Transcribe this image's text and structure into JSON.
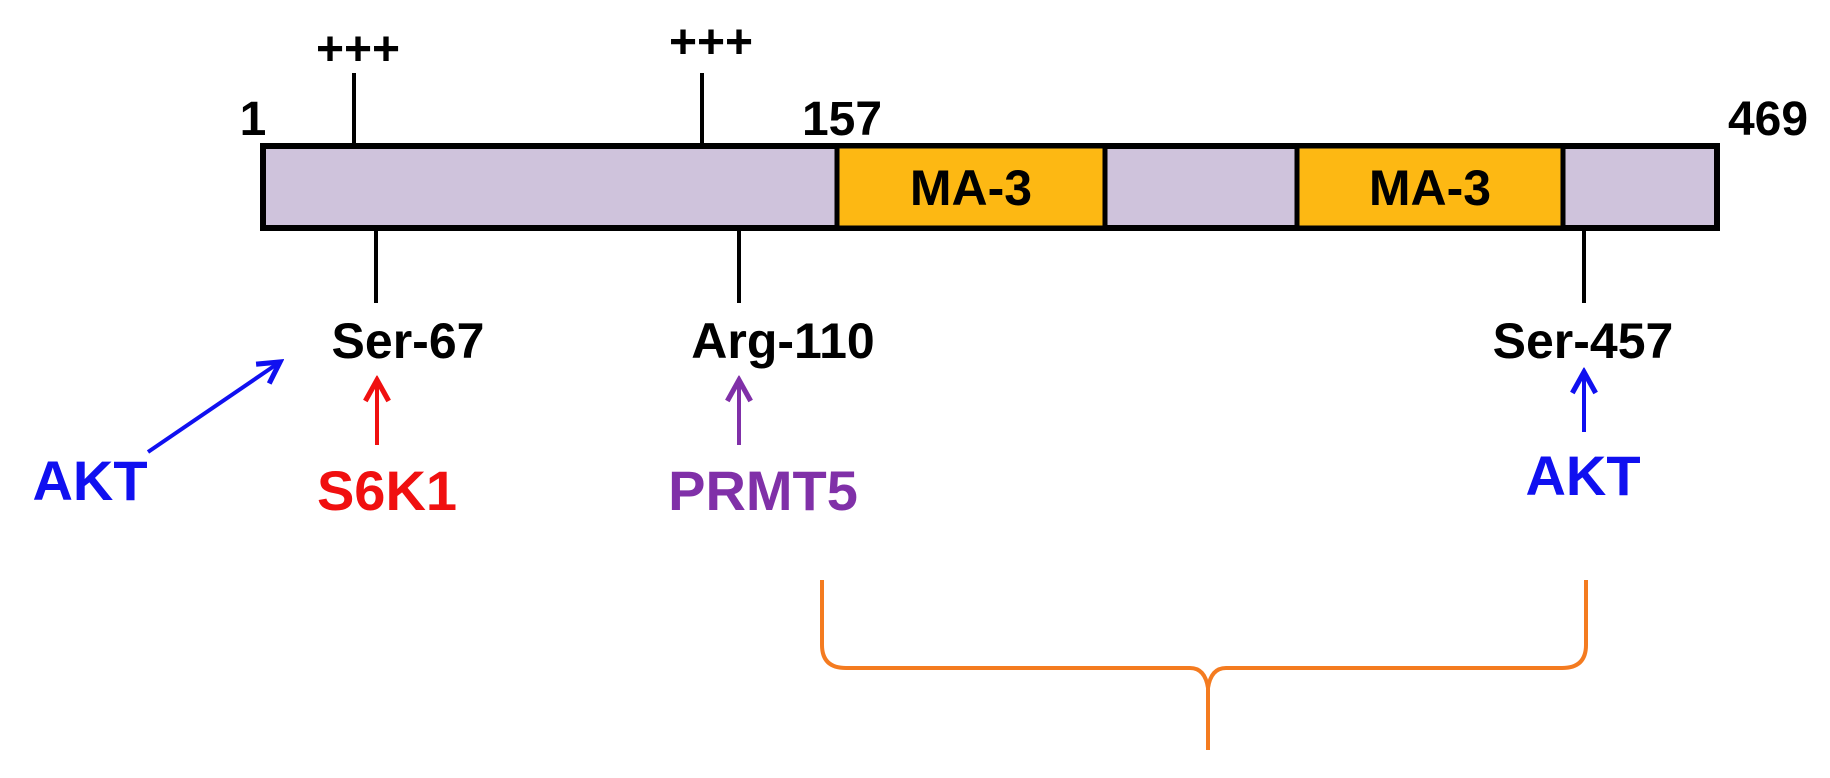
{
  "protein": {
    "start_label": "1",
    "boundary_label": "157",
    "end_label": "469",
    "domains": [
      {
        "label": "MA-3"
      },
      {
        "label": "MA-3"
      }
    ],
    "charges": [
      {
        "label": "+++"
      },
      {
        "label": "+++"
      }
    ]
  },
  "sites": [
    {
      "label": "Ser-67"
    },
    {
      "label": "Arg-110"
    },
    {
      "label": "Ser-457"
    }
  ],
  "kinases": [
    {
      "label": "AKT",
      "color": "#1010f0"
    },
    {
      "label": "S6K1",
      "color": "#f01010"
    },
    {
      "label": "PRMT5",
      "color": "#8030a8"
    },
    {
      "label": "AKT",
      "color": "#1010f0"
    }
  ],
  "colors": {
    "backbone": "#cfc3dc",
    "domain": "#fdb813",
    "bracket": "#f47b20",
    "outline": "#000000"
  }
}
